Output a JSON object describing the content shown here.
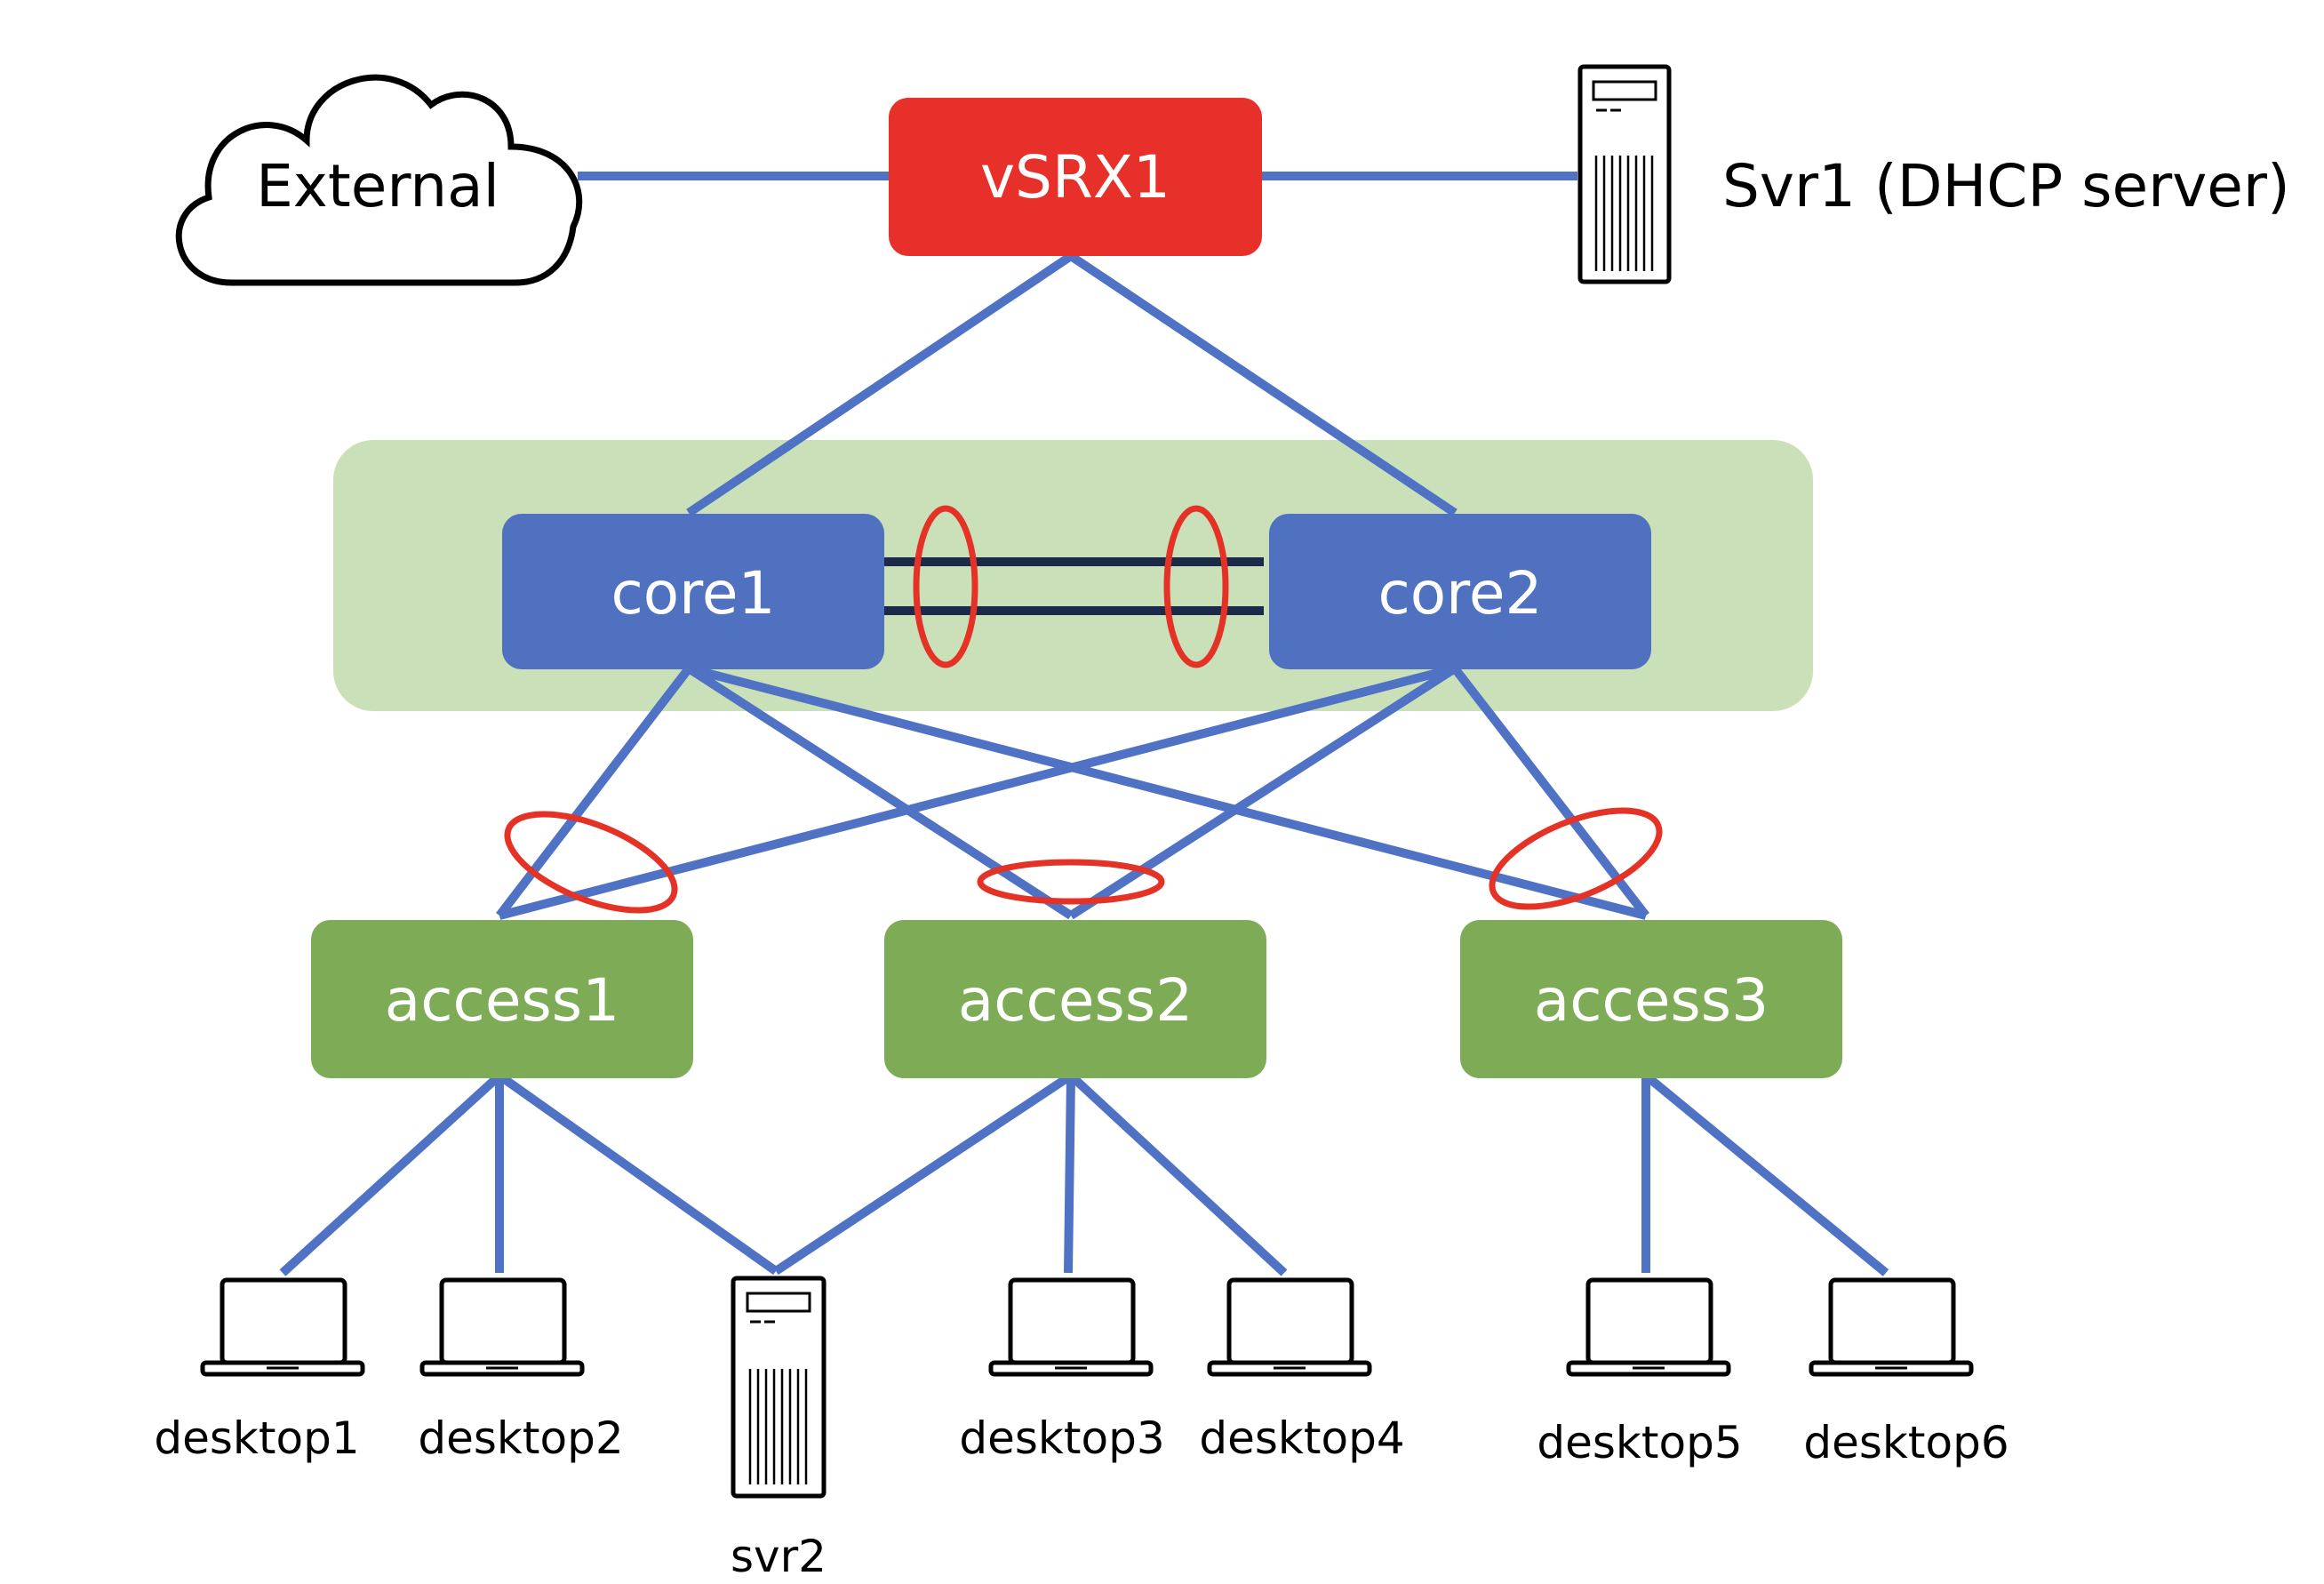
{
  "colors": {
    "firewall": "#e8302a",
    "core": "#5070c0",
    "access": "#7eab55",
    "core_group_bg": "#c9e0b8",
    "link": "#4f72c4",
    "lag_ring": "#e53226",
    "trunk": "#1c2a4a"
  },
  "nodes": {
    "external": "External",
    "firewall": "vSRX1",
    "dhcp_server": "Svr1 (DHCP server)",
    "core1": "core1",
    "core2": "core2",
    "access1": "access1",
    "access2": "access2",
    "access3": "access3",
    "svr2": "svr2"
  },
  "hosts": {
    "desktop1": "desktop1",
    "desktop2": "desktop2",
    "desktop3": "desktop3",
    "desktop4": "desktop4",
    "desktop5": "desktop5",
    "desktop6": "desktop6"
  },
  "icons": {
    "cloud": "cloud-icon",
    "server": "server-icon",
    "laptop": "laptop-icon"
  }
}
